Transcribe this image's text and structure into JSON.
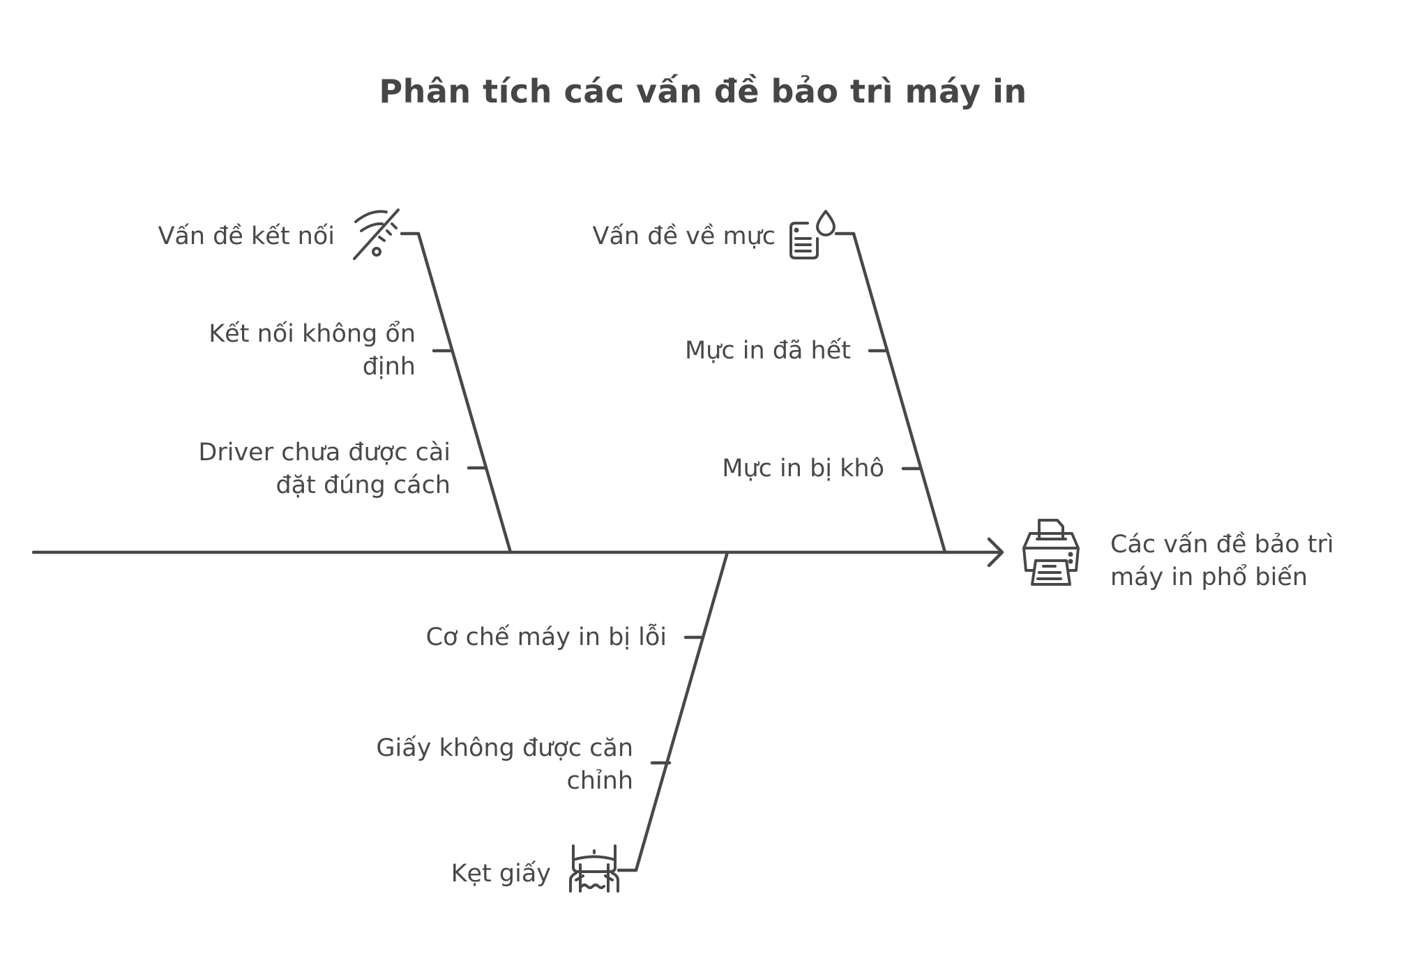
{
  "title": "Phân tích các vấn đề bảo trì máy in",
  "effect": {
    "label_line1": "Các vấn đề bảo trì",
    "label_line2": "máy in phổ biến",
    "icon": "printer-icon"
  },
  "categories": [
    {
      "label": "Vấn đề kết nối",
      "icon": "wifi-off-icon",
      "causes": [
        {
          "line1": "Kết nối không ổn",
          "line2": "định"
        },
        {
          "line1": "Driver chưa được cài",
          "line2": "đặt đúng cách"
        }
      ]
    },
    {
      "label": "Vấn đề về mực",
      "icon": "ink-document-icon",
      "causes": [
        {
          "line1": "Mực in đã hết"
        },
        {
          "line1": "Mực in bị khô"
        }
      ]
    },
    {
      "label": "Kẹt giấy",
      "icon": "paper-jam-icon",
      "causes": [
        {
          "line1": "Cơ chế máy in bị lỗi"
        },
        {
          "line1": "Giấy không được căn",
          "line2": "chỉnh"
        }
      ]
    }
  ],
  "colors": {
    "stroke": "#484848",
    "text": "#484848",
    "background": "#ffffff"
  }
}
